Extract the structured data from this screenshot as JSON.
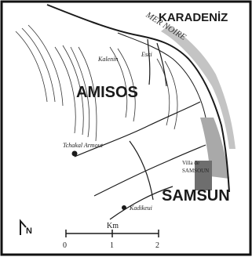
{
  "map": {
    "labels": {
      "karadeniz": "KARADENİZ",
      "mer_noire": "MER NOIRE",
      "amisos": "AMISOS",
      "samsun": "SAMSUN",
      "kalenin": "Kalenin",
      "eski": "Eski",
      "tchakal_armout": "Tchakal Armout",
      "villa_de": "Villa de",
      "samsoun": "SAMSOUN",
      "kadikeui": "Kadikeui"
    },
    "north_label": "N",
    "scale": {
      "unit": "Km",
      "ticks": [
        "0",
        "1",
        "2"
      ]
    },
    "colors": {
      "ink": "#1a1a1a",
      "sea_shade": "#9a9a9a",
      "town_shade": "#6e6e6e",
      "frame": "#111111"
    }
  }
}
